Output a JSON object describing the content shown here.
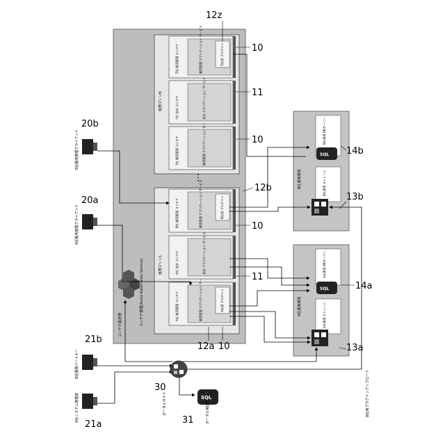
{
  "labels": {
    "aks": "コンテナ管理(Azure Kubernetes Service)",
    "container_setting": "コンテナ設定値",
    "vm1": "仮想マシン1",
    "vmn": "仮想マシンN",
    "site_a": "A社運用環境",
    "site_b": "B社運用環境",
    "portal_site": "ポータルサイト",
    "portal_db": "ポータル用DB",
    "client_b": "B社販売管理クライアント",
    "client_a": "A社販売管理クライアント",
    "admin_a": "A社システム管理者",
    "partner_b": "B社開発パートナー",
    "plugin_upload": "B社用プラグインアップロード",
    "ellipsis": "…"
  },
  "containers": {
    "a_sales": {
      "title": "A社 販売管理 コンテナ",
      "svc": "販売管理 アプリケーション サービス",
      "plugin": "A社用 プラグイン"
    },
    "a_accounting": {
      "title": "A社 会計 コンテナ",
      "svc": "会計 アプリケーション サービス"
    },
    "b_sales": {
      "title": "B社 販売管理 コンテナ",
      "svc": "販売管理 アプリケーション サービス",
      "plugin": "B社用 プラグイン"
    },
    "y_sales": {
      "title": "Y社 販売管理 コンテナ",
      "svc": "販売管理 アプリケーション サービス"
    },
    "y_accounting": {
      "title": "Y社 会計 コンテナ",
      "svc": "会計 アプリケーション サービス"
    },
    "z_sales": {
      "title": "Z社 販売管理 コンテナ",
      "svc": "販売管理 アプリケーション サービス",
      "plugin": "Z社用 プラグイン"
    }
  },
  "storage": {
    "a_db": "A社専用 DBサーバー",
    "a_store": "A社専用 ストレージ",
    "b_db": "B社専用 DBサーバー",
    "b_store": "B社専用 ストレージ",
    "sql": "SQL"
  },
  "refs": {
    "r10a": "10",
    "r10b": "10",
    "r10c": "10",
    "r10d": "10",
    "r11a": "11",
    "r11b": "11",
    "r12a": "12a",
    "r12b": "12b",
    "r12z": "12z",
    "r13a": "13a",
    "r13b": "13b",
    "r14a": "14a",
    "r14b": "14b",
    "r20a": "20a",
    "r20b": "20b",
    "r21a": "21a",
    "r21b": "21b",
    "r30": "30",
    "r31": "31"
  }
}
